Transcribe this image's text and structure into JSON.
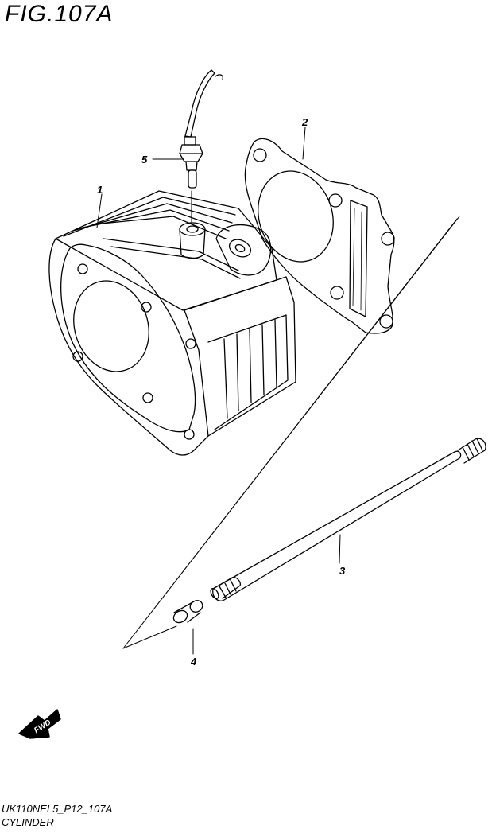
{
  "figure": {
    "title": "FIG.107A"
  },
  "callouts": [
    {
      "id": "1",
      "label": "1"
    },
    {
      "id": "2",
      "label": "2"
    },
    {
      "id": "3",
      "label": "3"
    },
    {
      "id": "4",
      "label": "4"
    },
    {
      "id": "5",
      "label": "5"
    }
  ],
  "fwd": {
    "label": "FWD",
    "icon": "fwd-arrow-icon"
  },
  "footer": {
    "code": "UK110NEL5_P12_107A",
    "name": "CYLINDER"
  }
}
